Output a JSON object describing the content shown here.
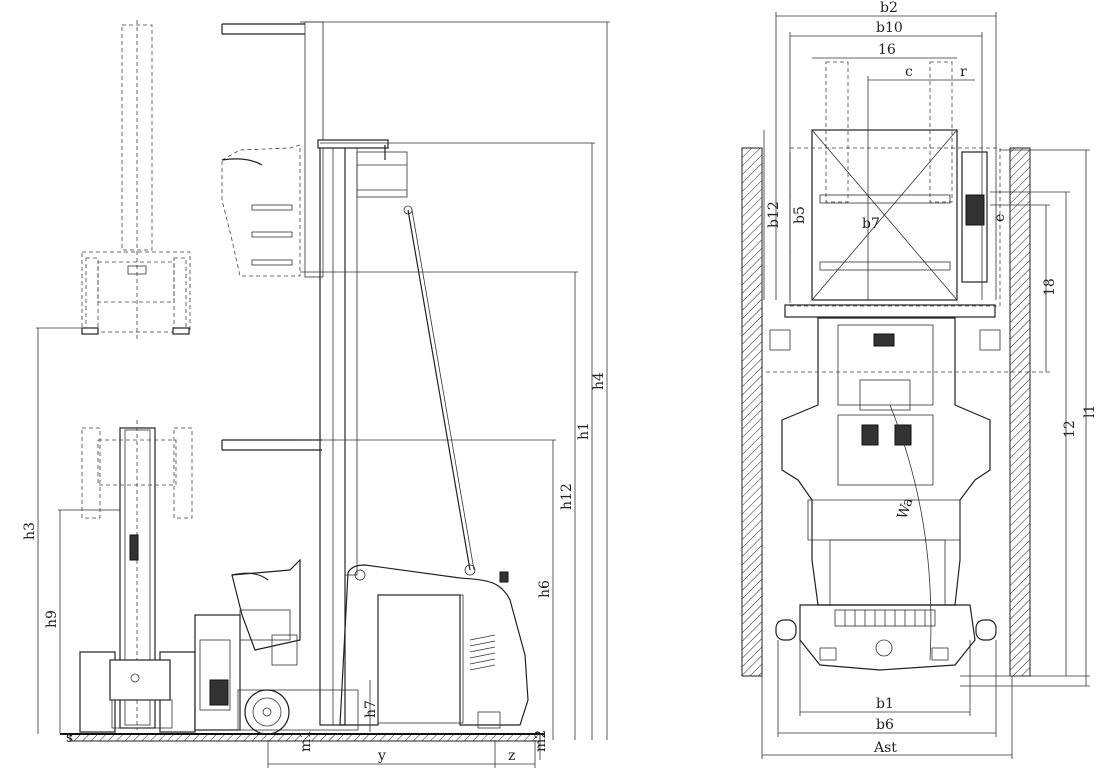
{
  "side_view": {
    "dimensions": {
      "h1": "h1",
      "h3": "h3",
      "h4": "h4",
      "h6": "h6",
      "h7": "h7",
      "h9": "h9",
      "h12": "h12",
      "m1": "m1",
      "m2": "m2",
      "s": "s",
      "y": "y",
      "z": "z"
    }
  },
  "top_view": {
    "dimensions": {
      "b2": "b2",
      "b10": "b10",
      "l6": "16",
      "c": "c",
      "r": "r",
      "b12": "b12",
      "b5": "b5",
      "b7": "b7",
      "e": "e",
      "l8": "18",
      "l1": "l1",
      "l2": "12",
      "wa": "Wa",
      "b1": "b1",
      "b6": "b6",
      "ast": "Ast"
    }
  },
  "colors": {
    "line": "#222222",
    "background": "#ffffff"
  }
}
